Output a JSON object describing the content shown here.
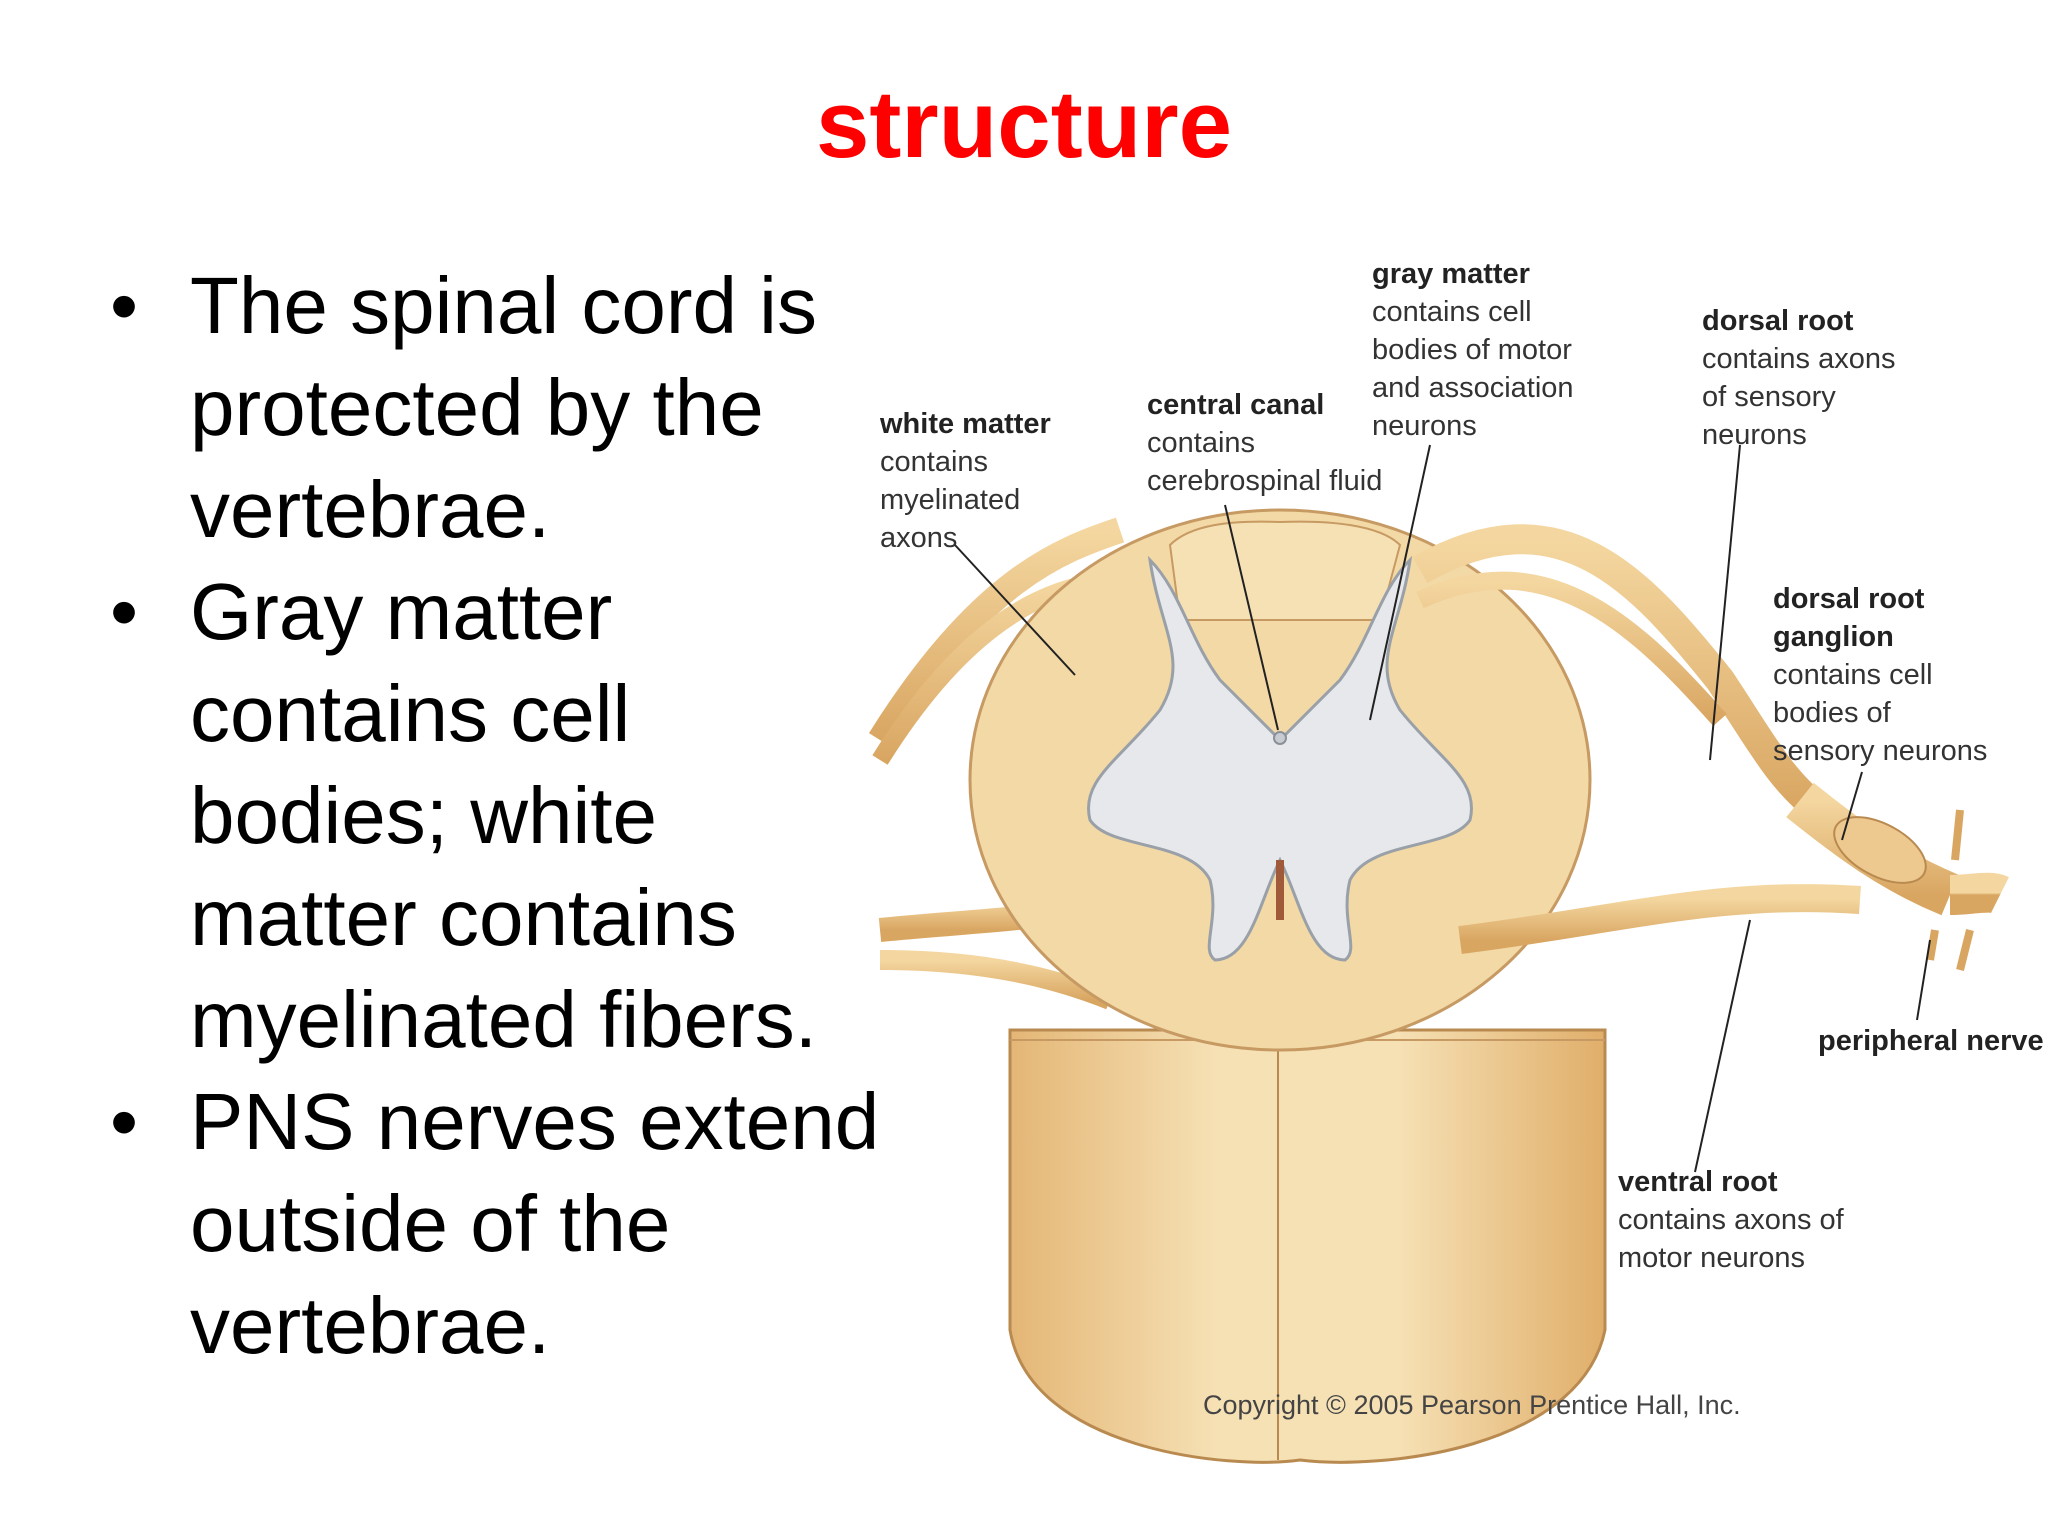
{
  "slide": {
    "title": "structure",
    "title_color": "#ff0000",
    "bullet_char": "•",
    "bullets": [
      "The spinal cord is protected by the vertebrae.",
      "Gray matter contains cell bodies; white matter contains myelinated fibers.",
      "PNS nerves extend outside of the vertebrae."
    ]
  },
  "diagram": {
    "labels": {
      "white_matter": {
        "heading": "white matter",
        "body": [
          "contains",
          "myelinated",
          "axons"
        ]
      },
      "central_canal": {
        "heading": "central canal",
        "body": [
          "contains",
          "cerebrospinal fluid"
        ]
      },
      "gray_matter": {
        "heading": "gray matter",
        "body": [
          "contains cell",
          "bodies of motor",
          "and association",
          "neurons"
        ]
      },
      "dorsal_root": {
        "heading": "dorsal root",
        "body": [
          "contains axons",
          "of sensory",
          "neurons"
        ]
      },
      "dorsal_root_ganglion": {
        "heading": "dorsal root",
        "heading2": "ganglion",
        "body": [
          "contains cell",
          "bodies of",
          "sensory neurons"
        ]
      },
      "peripheral_nerve": {
        "heading": "peripheral nerve"
      },
      "ventral_root": {
        "heading": "ventral root",
        "body": [
          "contains axons of",
          "motor neurons"
        ]
      }
    },
    "copyright": "Copyright © 2005 Pearson Prentice Hall, Inc.",
    "colors": {
      "white_matter": "#f3d9a6",
      "gray_matter": "#e6e8ec",
      "nerve": "#eec98f",
      "outline": "#b98a50"
    }
  }
}
